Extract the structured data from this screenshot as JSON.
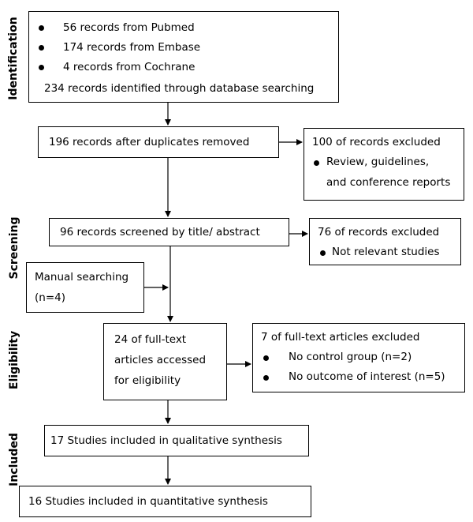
{
  "stages": {
    "identification": "Identification",
    "screening": "Screening",
    "eligibility": "Eligibility",
    "included": "Included"
  },
  "identification": {
    "items": [
      "56 records from Pubmed",
      "174 records from Embase",
      "4 records from Cochrane"
    ],
    "total": "234 records identified through database searching"
  },
  "duplicates": {
    "text": "196 records after duplicates removed"
  },
  "excluded1": {
    "title": "100 of records excluded",
    "items": [
      "Review, guidelines,",
      "and conference reports"
    ]
  },
  "screened": {
    "text": "96 records screened by title/ abstract"
  },
  "excluded2": {
    "title": "76 of records excluded",
    "items": [
      "Not relevant studies"
    ]
  },
  "manual": {
    "line1": "Manual searching",
    "line2": "(n=4)"
  },
  "fulltext": {
    "lines": [
      "24 of full-text",
      "articles accessed",
      "for eligibility"
    ]
  },
  "excluded3": {
    "title": "7 of full-text articles excluded",
    "items": [
      "No control group (n=2)",
      "No outcome of interest (n=5)"
    ]
  },
  "qualitative": {
    "text": "17 Studies included in qualitative synthesis"
  },
  "quantitative": {
    "text": "16 Studies included in quantitative synthesis"
  }
}
